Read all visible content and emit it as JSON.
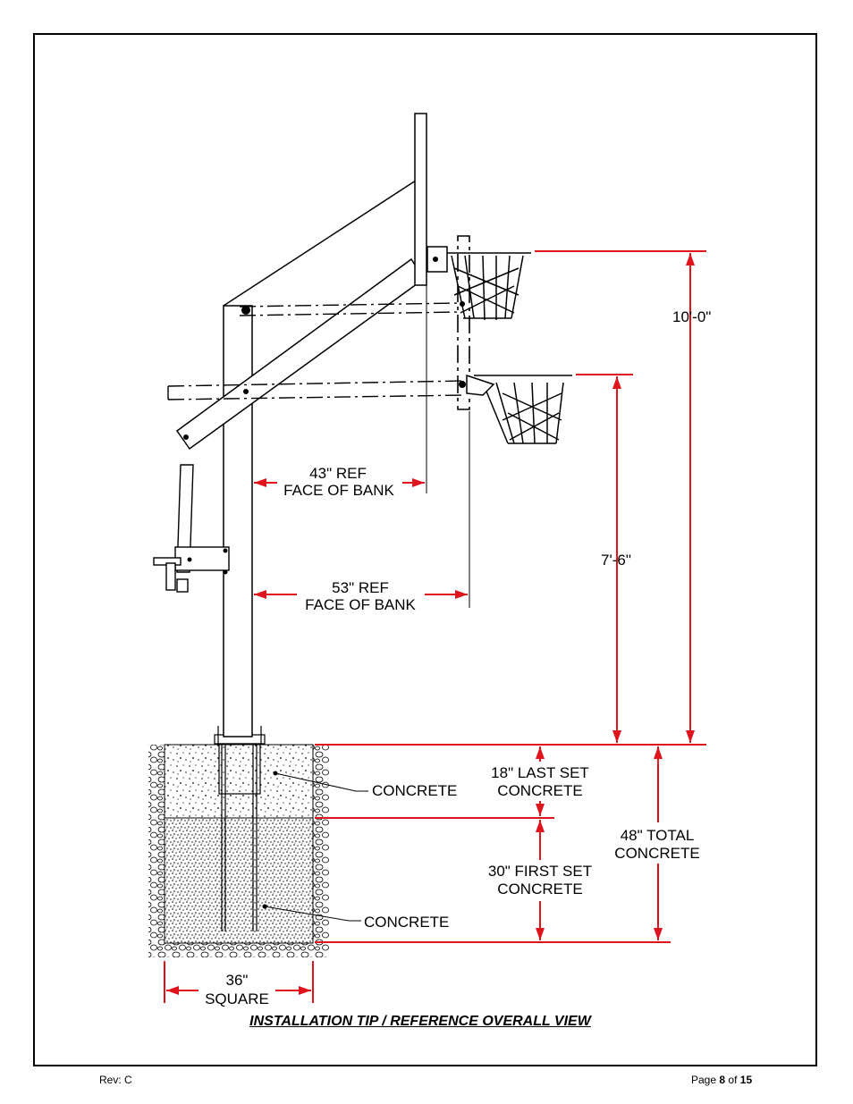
{
  "diagram": {
    "title": "INSTALLATION TIP / REFERENCE OVERALL VIEW",
    "dimensions": {
      "rim_high": "10'-0\"",
      "rim_low": "7'-6\"",
      "ref_43": {
        "line1": "43\" REF",
        "line2": "FACE OF BANK"
      },
      "ref_53": {
        "line1": "53\" REF",
        "line2": "FACE OF BANK"
      },
      "last_set": {
        "line1": "18\" LAST SET",
        "line2": "CONCRETE"
      },
      "first_set": {
        "line1": "30\" FIRST SET",
        "line2": "CONCRETE"
      },
      "total": {
        "line1": "48\" TOTAL",
        "line2": "CONCRETE"
      },
      "square": {
        "line1": "36\"",
        "line2": "SQUARE"
      }
    },
    "callouts": {
      "concrete_upper": "CONCRETE",
      "concrete_lower": "CONCRETE"
    },
    "dimension_color": "#e0141c"
  },
  "footer": {
    "revision": "Rev: C",
    "page_prefix": "Page",
    "page_current": "8",
    "page_of": "of",
    "page_total": "15"
  }
}
